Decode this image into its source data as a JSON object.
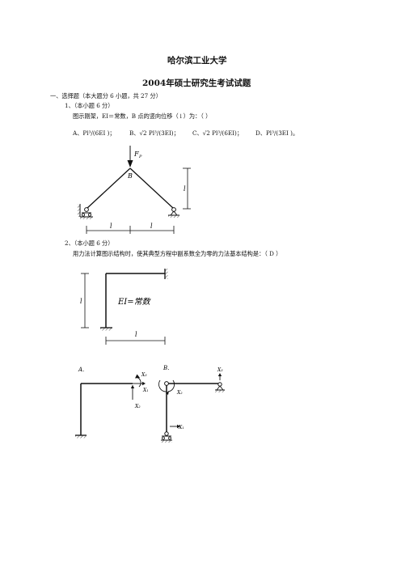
{
  "header": {
    "university": "哈尔滨工业大学",
    "exam_title": "2004年硕士研究生考试试题"
  },
  "section": {
    "heading": "一、选择题（本大题分 6 小题，共 27 分）"
  },
  "q1": {
    "number": "1、（本小题 6 分）",
    "stem": "图示刚架，EI＝常数，B 点的竖向位移（↓）为：（   ）",
    "options": [
      "A、Pl³/(6EI )；",
      "B、√2 Pl³/(3EI)；",
      "C、√2  Pl³/(6EI)；",
      "D、Pl³/(3EI )。"
    ],
    "figure": {
      "load": "F",
      "load_sub": "P",
      "node": "B",
      "len_h1": "l",
      "len_h2": "l",
      "len_v": "l"
    }
  },
  "q2": {
    "number": "2、（本小题 6 分）",
    "stem": "用力法计算图示结构时，使其典型方程中副系数全为零的力法基本结构是：（    D    ）",
    "figure": {
      "len_v": "l",
      "len_h": "l",
      "stiffness": "EI=常数"
    },
    "option_a": {
      "label": "A.",
      "x1": "X₁",
      "x2": "X₂",
      "x3": "X₃"
    },
    "option_b": {
      "label": "B.",
      "x1": "X₁",
      "x2": "X₂",
      "x3": "X₃"
    }
  }
}
